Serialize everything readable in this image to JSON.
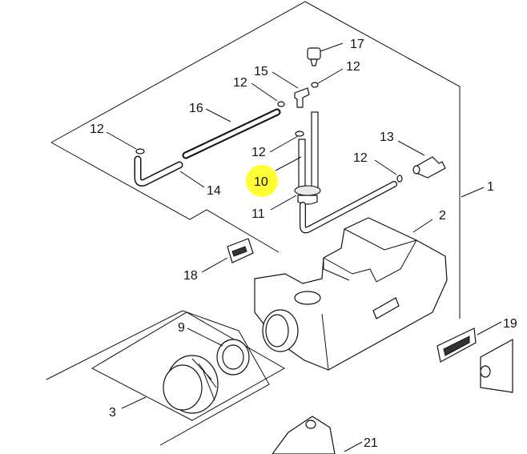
{
  "callouts": {
    "c17": "17",
    "c12_top_right": "12",
    "c15": "15",
    "c12_mid": "12",
    "c16": "16",
    "c12_left": "12",
    "c12_center": "12",
    "c13": "13",
    "c12_right": "12",
    "c10": "10",
    "c14": "14",
    "c1": "1",
    "c11": "11",
    "c2": "2",
    "c18": "18",
    "c9": "9",
    "c3": "3",
    "c19_partial": "19",
    "c21": "21"
  },
  "colors": {
    "highlight": "#ffff33",
    "line": "#111111",
    "background": "#ffffff"
  }
}
